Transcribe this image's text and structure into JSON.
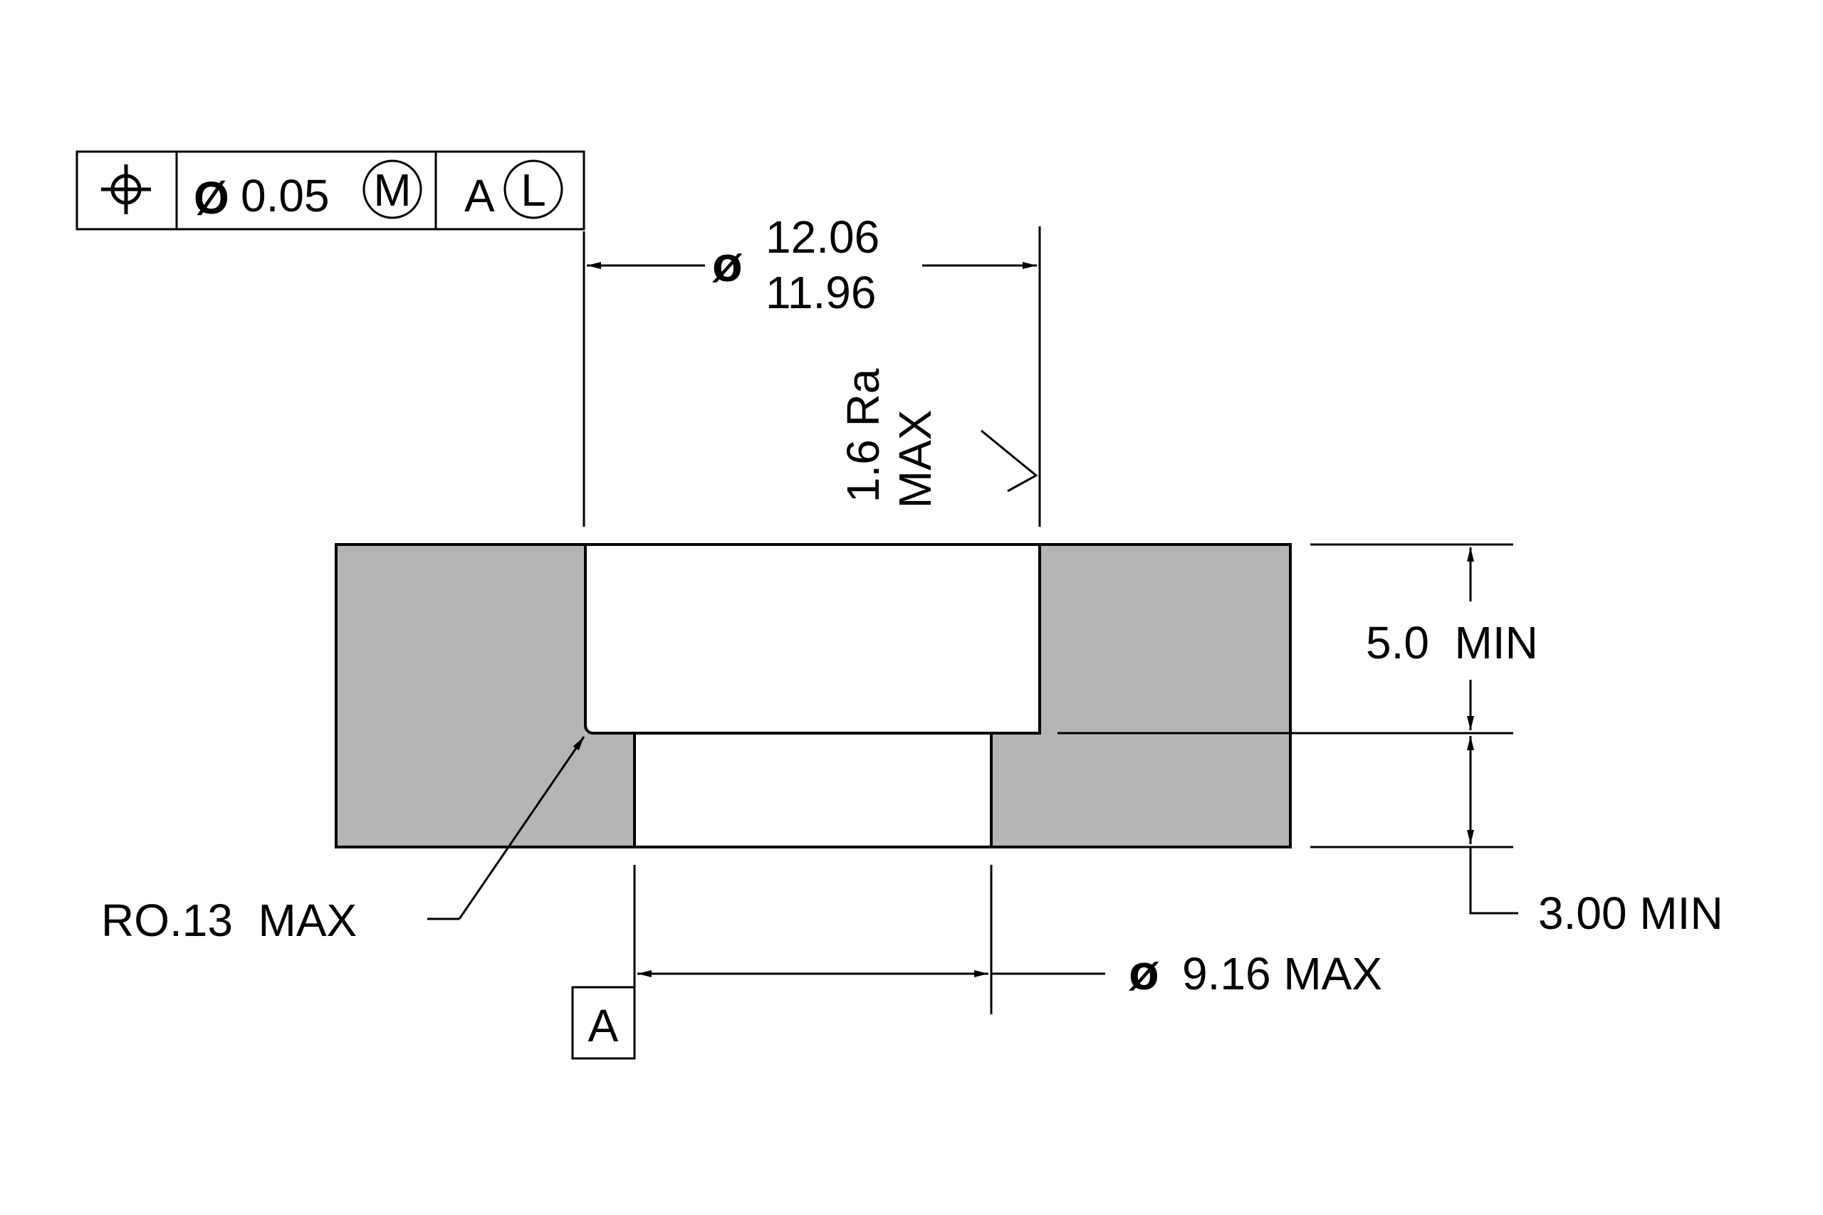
{
  "colors": {
    "line": "#000000",
    "section_fill": "#b5b5b5",
    "background": "#ffffff"
  },
  "feature_control_frame": {
    "symbol_icon": "position-icon",
    "diameter_symbol": "Ø",
    "tolerance_value": "0.05",
    "material_modifier": "M",
    "datum": "A",
    "datum_modifier": "L"
  },
  "dimensions": {
    "bore_diameter": {
      "symbol": "ø",
      "upper": "12.06",
      "lower": "11.96"
    },
    "surface_finish": {
      "value": "1.6 Ra",
      "qualifier": "MAX"
    },
    "counterbore_depth": "5.0  MIN",
    "thickness_below": "3.00 MIN",
    "hole_diameter": {
      "symbol": "ø",
      "value": "9.16 MAX"
    },
    "corner_radius": "RO.13  MAX"
  },
  "datum_feature": {
    "label": "A"
  }
}
